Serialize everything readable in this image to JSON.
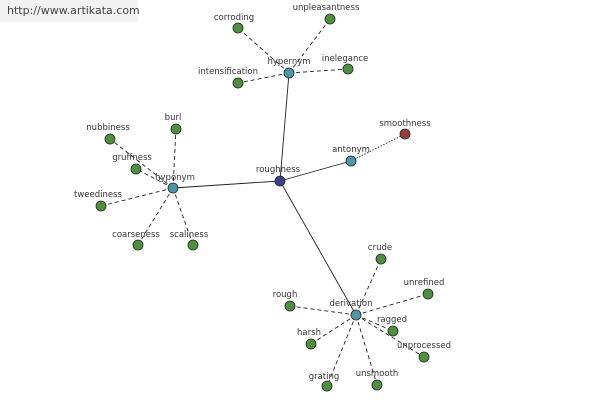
{
  "watermark": "http://www.artikata.com",
  "colors": {
    "center": "#3a3f8f",
    "category": "#4f96a8",
    "leaf": "#4f8f3f",
    "antonym_leaf": "#9a3a3a",
    "edge": "#222222"
  },
  "graph": {
    "center": "roughness",
    "categories": [
      {
        "id": "hypernym",
        "label": "hypernym",
        "leaves": [
          "corroding",
          "unpleasantness",
          "intensification",
          "inelegance"
        ]
      },
      {
        "id": "antonym",
        "label": "antonym",
        "leaves": [
          "smoothness"
        ]
      },
      {
        "id": "hyponym",
        "label": "hyponym",
        "leaves": [
          "nubbiness",
          "burl",
          "gruffness",
          "tweediness",
          "coarseness",
          "scaliness"
        ]
      },
      {
        "id": "derivation",
        "label": "derivation",
        "leaves": [
          "crude",
          "rough",
          "unrefined",
          "ragged",
          "harsh",
          "unprocessed",
          "grating",
          "unsmooth"
        ]
      }
    ]
  }
}
